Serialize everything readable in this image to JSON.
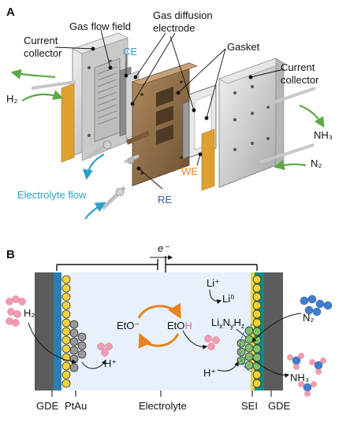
{
  "panel_a": {
    "letter": "A",
    "labels": {
      "current_collector_left": [
        "Current",
        "collector"
      ],
      "gas_flow_field": "Gas flow field",
      "ce": "CE",
      "gas_diffusion_electrode": [
        "Gas diffusion",
        "electrode"
      ],
      "gasket": "Gasket",
      "current_collector_right": [
        "Current",
        "collector"
      ],
      "h2": "H₂",
      "nh3": "NH₃",
      "n2": "N₂",
      "we": "WE",
      "electrolyte_flow": "Electrolyte flow",
      "re": "RE"
    }
  },
  "panel_b": {
    "letter": "B",
    "electron": "e⁻",
    "h2": "H₂",
    "h_plus_left": "H⁺",
    "eto_minus": "EtO⁻",
    "etoh_a": "EtO",
    "etoh_b": "H",
    "h_plus_right": "H⁺",
    "li_plus": "Li⁺",
    "li_zero": "Li⁰",
    "lixnyhz": "LiₓNᵧH_z",
    "n2": "N₂",
    "nh3": "NH₃",
    "bottom_labels": {
      "gde_left": "GDE",
      "ptau": "PtAu",
      "electrolyte": "Electrolyte",
      "sei": "SEI",
      "gde_right": "GDE"
    }
  },
  "colors": {
    "accent_cyan": "#2a9fc9",
    "accent_orange": "#e8821e",
    "accent_blue": "#2f5fb0",
    "accent_pink": "#e06e8e",
    "green_arrow": "#5aa844",
    "cu_orange": "#e0a030",
    "brown_ref": "#8b6a45",
    "electrolyte_bg": "#e8f1fb",
    "gde_teal": "#2a7fb0",
    "plate_gray": "#5c5c5c"
  }
}
